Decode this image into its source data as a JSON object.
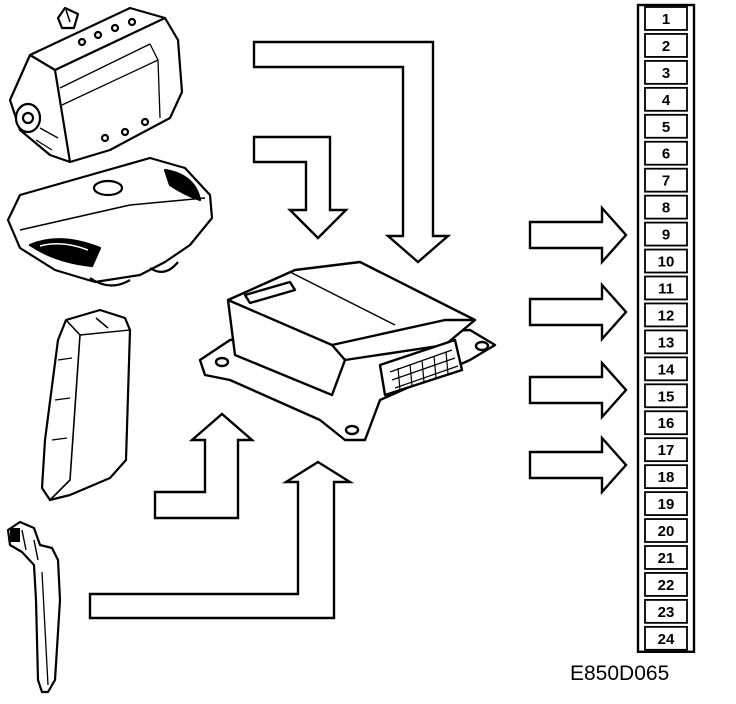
{
  "connector": {
    "pins": [
      "1",
      "2",
      "3",
      "4",
      "5",
      "6",
      "7",
      "8",
      "9",
      "10",
      "11",
      "12",
      "13",
      "14",
      "15",
      "16",
      "17",
      "18",
      "19",
      "20",
      "21",
      "22",
      "23",
      "24"
    ]
  },
  "figure_code": "E850D065",
  "components": {
    "passenger_airbag": "passenger-airbag-module",
    "steering_wheel_airbag": "steering-wheel-airbag-module",
    "side_airbag": "side-airbag-module",
    "belt_tensioner": "seat-belt-pretensioner",
    "control_unit": "airbag-control-unit"
  }
}
